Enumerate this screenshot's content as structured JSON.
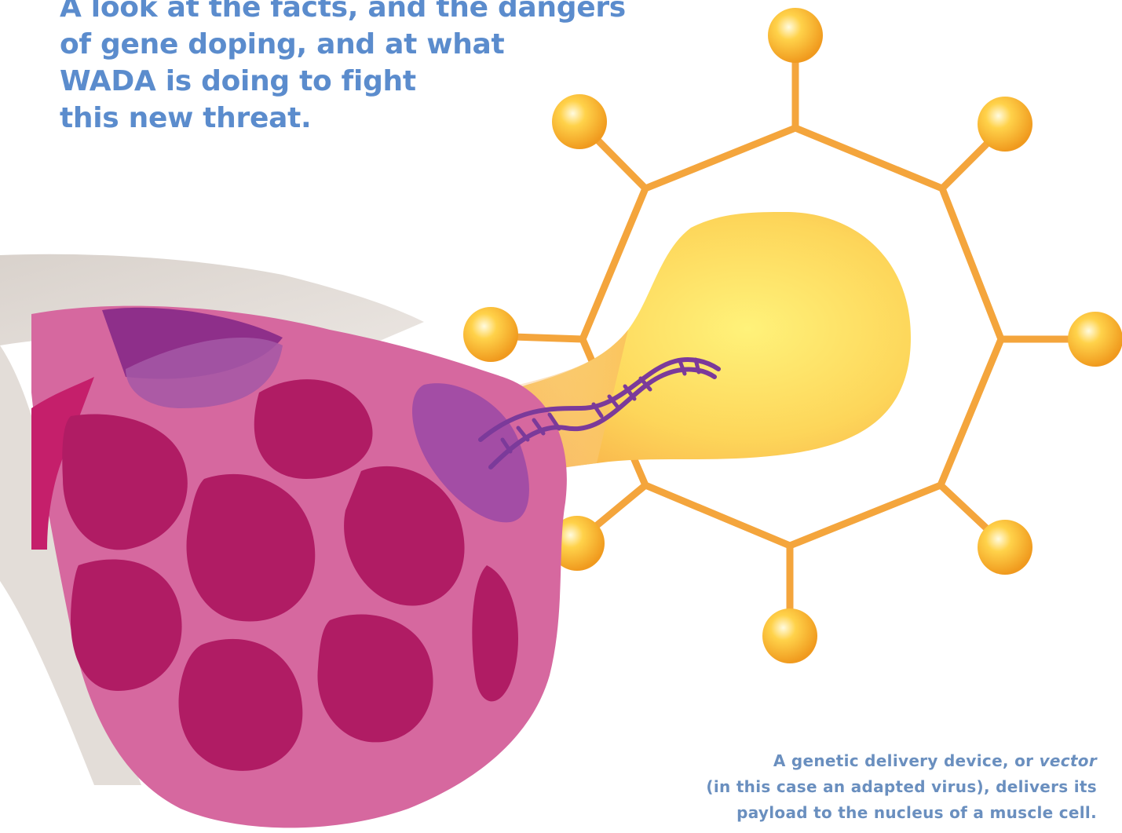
{
  "headline": {
    "line1": "A look at the facts, and the dangers",
    "line2": "of gene doping, and at what",
    "line3": "WADA is doing to fight",
    "line4": "this new threat."
  },
  "caption": {
    "line1_prefix": "A genetic delivery device, or ",
    "line1_emphasis": "vector",
    "line2": "(in this case an adapted virus), delivers its",
    "line3": "payload to the nucleus of a muscle cell."
  },
  "colors": {
    "headline": "#5b8ccd",
    "caption": "#6a8fbf",
    "virus_frame": "#f4a53c",
    "virus_core": "#fde46a",
    "muscle": "#d6689f",
    "muscle_fiber": "#b01c64",
    "dna": "#7b3a9a"
  }
}
